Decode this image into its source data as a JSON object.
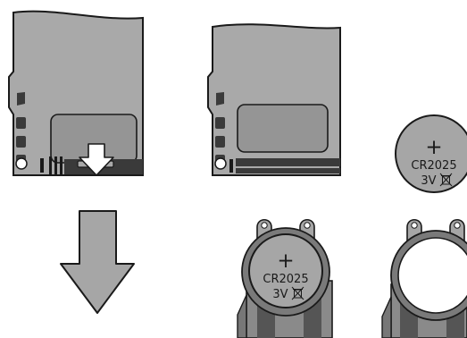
{
  "colors": {
    "card": "#a9a9a9",
    "card_outline": "#1a1a1a",
    "window": "#959595",
    "battery": "#a6a6a6",
    "holder_dark": "#555555",
    "arrow": "#a6a6a6",
    "background": "#ffffff"
  },
  "batteries": [
    {
      "polarity": "+",
      "model": "CR2025",
      "voltage": "3V"
    },
    {
      "polarity": "+",
      "model": "CR2025",
      "voltage": "3V"
    }
  ],
  "icons": [
    "arrow-down-icon",
    "arrow-down-icon",
    "crossed-bin-icon"
  ]
}
